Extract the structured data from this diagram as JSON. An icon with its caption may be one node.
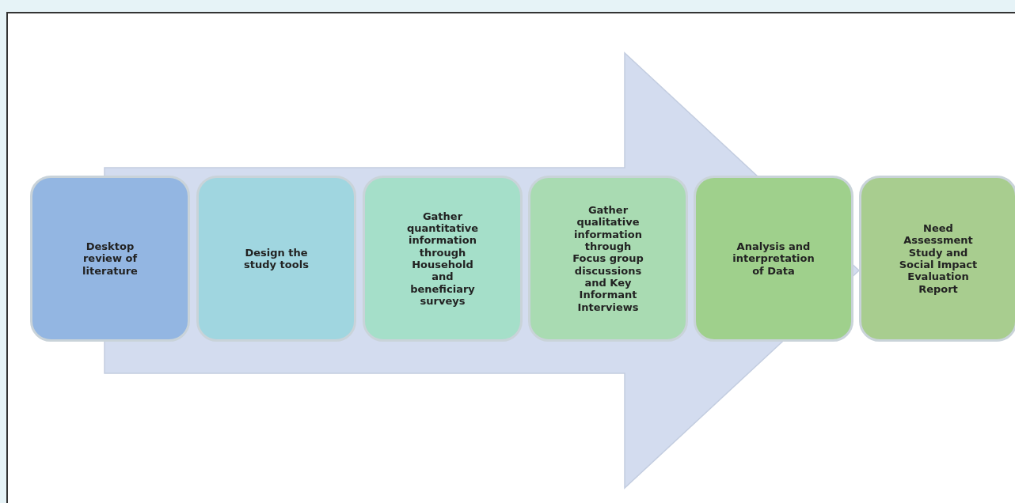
{
  "diagram": {
    "nodes": [
      {
        "text": [
          "Desktop review of literature"
        ]
      },
      {
        "text": [
          "Design the study tools"
        ]
      },
      {
        "text": [
          "Gather quantitative information through Household and beneficiary surveys"
        ]
      },
      {
        "text": [
          "Gather qualitative information through Focus group discussions and Key Informant Interviews"
        ]
      },
      {
        "text": [
          "Analysis and interpretation of Data"
        ]
      },
      {
        "text": [
          "Need Assessment Study and Social Impact Evaluation Report"
        ]
      }
    ],
    "edges": [
      {
        "from": 0,
        "to": 5,
        "arrow": "to",
        "style": "thick"
      }
    ]
  }
}
